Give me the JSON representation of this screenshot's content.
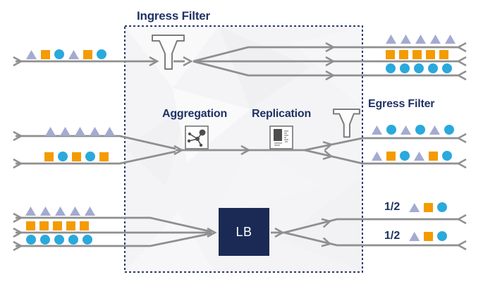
{
  "colors": {
    "navy": "#1e3264",
    "line": "#8f8f8f",
    "icon_outline": "#7c7c7c",
    "icon_glyph": "#4d4d4d",
    "triangle": "#a3abd1",
    "square": "#f49b00",
    "circle": "#2aa9dc",
    "lb_box": "#1b2a55",
    "box_bg": "#f4f4f6",
    "box_border": "#2a3a6e"
  },
  "stages": {
    "ingress_filter": {
      "label": "Ingress Filter"
    },
    "aggregation": {
      "label": "Aggregation"
    },
    "replication": {
      "label": "Replication"
    },
    "egress_filter": {
      "label": "Egress Filter"
    },
    "load_balancer": {
      "label": "LB"
    }
  },
  "flows": {
    "ingress": {
      "input": {
        "shapes": [
          "triangle",
          "square",
          "circle",
          "triangle",
          "square",
          "circle"
        ]
      },
      "outputs": [
        {
          "shapes": [
            "triangle",
            "triangle",
            "triangle",
            "triangle",
            "triangle"
          ]
        },
        {
          "shapes": [
            "square",
            "square",
            "square",
            "square",
            "square"
          ]
        },
        {
          "shapes": [
            "circle",
            "circle",
            "circle",
            "circle",
            "circle"
          ]
        }
      ]
    },
    "aggregation_replication": {
      "inputs": [
        {
          "shapes": [
            "triangle",
            "triangle",
            "triangle",
            "triangle",
            "triangle"
          ]
        },
        {
          "shapes": [
            "square",
            "circle",
            "square",
            "circle",
            "square"
          ]
        }
      ],
      "outputs": [
        {
          "shapes": [
            "triangle",
            "circle",
            "triangle",
            "circle",
            "triangle",
            "circle"
          ]
        },
        {
          "shapes": [
            "triangle",
            "square",
            "circle",
            "triangle",
            "square",
            "circle"
          ]
        }
      ]
    },
    "load_balancing": {
      "inputs": [
        {
          "shapes": [
            "triangle",
            "triangle",
            "triangle",
            "triangle",
            "triangle"
          ]
        },
        {
          "shapes": [
            "square",
            "square",
            "square",
            "square",
            "square"
          ]
        },
        {
          "shapes": [
            "circle",
            "circle",
            "circle",
            "circle",
            "circle"
          ]
        }
      ],
      "outputs": [
        {
          "label": "1/2",
          "shapes": [
            "triangle",
            "square",
            "circle"
          ]
        },
        {
          "label": "1/2",
          "shapes": [
            "triangle",
            "square",
            "circle"
          ]
        }
      ]
    }
  }
}
